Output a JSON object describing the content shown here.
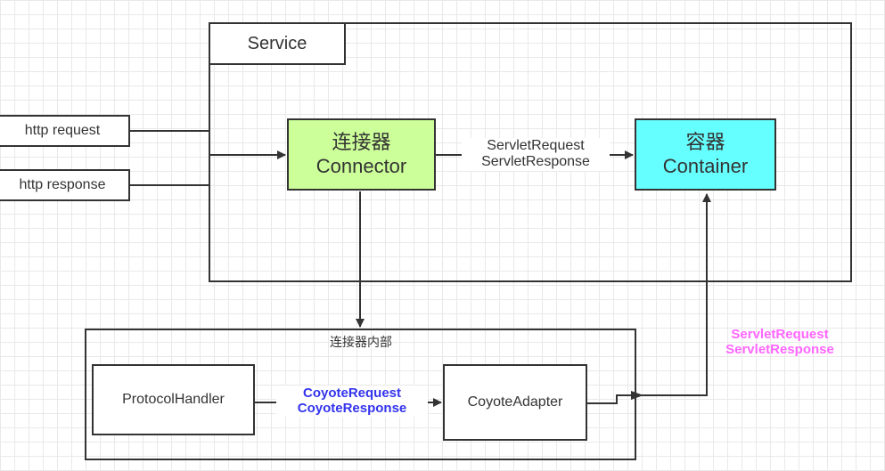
{
  "service": {
    "title": "Service"
  },
  "inputs": {
    "request": "http request",
    "response": "http response"
  },
  "connector": {
    "cn": "连接器",
    "en": "Connector",
    "fill": "#ccff99"
  },
  "container": {
    "cn": "容器",
    "en": "Container",
    "fill": "#66ffff"
  },
  "service_link": {
    "line1": "ServletRequest",
    "line2": "ServletResponse"
  },
  "internals": {
    "title": "连接器内部",
    "protocol_handler": "ProtocolHandler",
    "coyote_adapter": "CoyoteAdapter",
    "coyote_link": {
      "line1": "CoyoteRequest",
      "line2": "CoyoteResponse",
      "color": "#3333ee"
    }
  },
  "adapter_link": {
    "line1": "ServletRequest",
    "line2": "ServletResponse",
    "color": "#ff66ff"
  }
}
